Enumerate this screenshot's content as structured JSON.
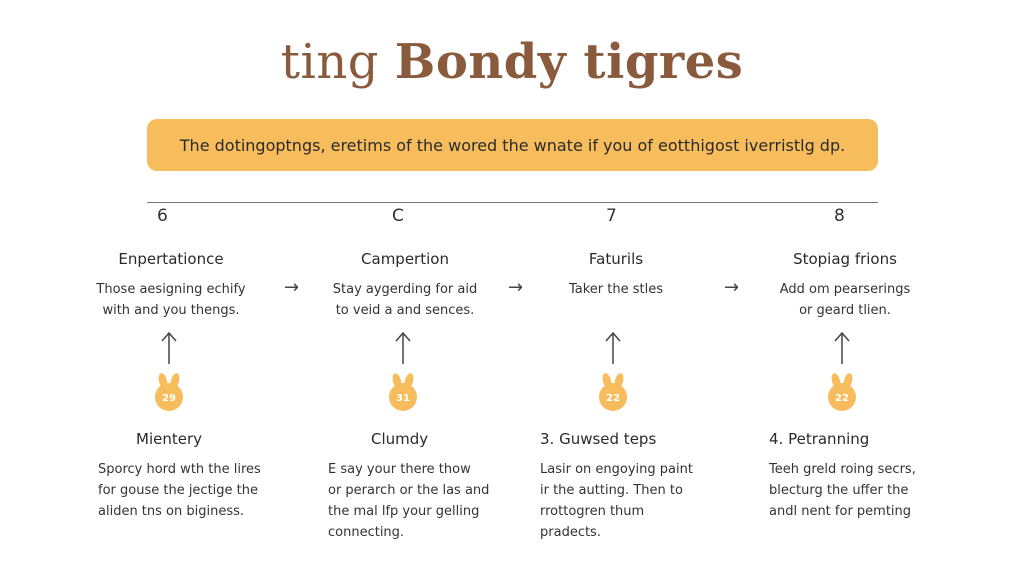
{
  "title": {
    "light": "ting ",
    "bold": "Bondy tigres"
  },
  "banner": "The dotingoptngs, eretims of the wored the wnate if you of eotthigost iverristlg dp.",
  "colors": {
    "title": "#8a5a3c",
    "banner": "#f7bd5c",
    "badge": "#f7bd5c",
    "badge_text": "#ffffff"
  },
  "columns": [
    {
      "number": "6",
      "title": "Enpertationce",
      "desc": [
        "Those aesigning echify",
        "with and you thengs."
      ],
      "badge": "29",
      "bottom_title": "Mientery",
      "bottom_desc": [
        "Sporcy hord wth the lires",
        "for gouse the jectige the",
        "aliden tns on biginess."
      ]
    },
    {
      "number": "C",
      "title": "Campertion",
      "desc": [
        "Stay aygerding for aid",
        "to veid a and sences."
      ],
      "badge": "31",
      "bottom_title": "Clumdy",
      "bottom_desc": [
        "E say your there thow",
        "or perarch or the las and",
        "the mal lfp your gelling",
        "connecting."
      ]
    },
    {
      "number": "7",
      "title": "Faturils",
      "desc": [
        "Taker the stles"
      ],
      "badge": "22",
      "bottom_title": "3. Guwsed teps",
      "bottom_desc": [
        "Lasir on engoying paint",
        "ir the autting. Then to",
        "rrottogren thum",
        "pradects."
      ]
    },
    {
      "number": "8",
      "title": "Stopiag frions",
      "desc": [
        "Add om pearserings",
        "or geard tlien."
      ],
      "badge": "22",
      "bottom_title": "4. Petranning",
      "bottom_desc": [
        "Teeh greld roing secrs,",
        "blecturg the uffer the",
        "andl nent for pemting"
      ]
    }
  ],
  "flow_arrow": "→",
  "icons": {
    "flow": "arrow-right-icon",
    "up": "arrow-up-icon",
    "badge": "bunny-badge-icon"
  }
}
